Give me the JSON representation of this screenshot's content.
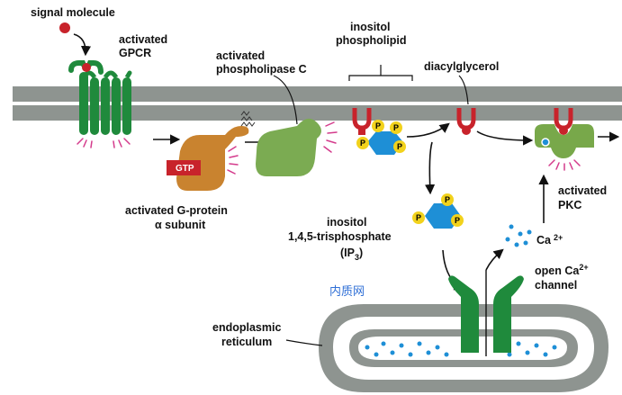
{
  "labels": {
    "signal_molecule": "signal molecule",
    "gpcr_line1": "activated",
    "gpcr_line2": "GPCR",
    "plc_line1": "activated",
    "plc_line2": "phospholipase C",
    "inositol_pl_line1": "inositol",
    "inositol_pl_line2": "phospholipid",
    "dag": "diacylglycerol",
    "gtp": "GTP",
    "gprotein_line1": "activated G-protein",
    "gprotein_line2": "α subunit",
    "ip3_line1": "inositol",
    "ip3_line2": "1,4,5-trisphosphate",
    "ip3_line3_pre": "(IP",
    "ip3_line3_sub": "3",
    "ip3_line3_post": ")",
    "pkc_line1": "activated",
    "pkc_line2": "PKC",
    "ca_text": "Ca",
    "ca_sup": "2+",
    "channel_line1_pre": "open Ca",
    "channel_line1_sup": "2+",
    "channel_line2": "channel",
    "er_line1": "endoplasmic",
    "er_line2": "reticulum",
    "watermark": "内质网",
    "phosphate": "P"
  },
  "colors": {
    "membrane": "#8e9490",
    "receptor_green": "#1f8a3c",
    "plc_green": "#7bab52",
    "gprotein_orange": "#c9832f",
    "gtp_red": "#c8232b",
    "lipid_red": "#c8232b",
    "inositol_blue": "#1e8fd6",
    "phosphate_yellow": "#f2d21c",
    "calcium_blue": "#1e8fd6",
    "pkc_green": "#78a84a",
    "activation_pink": "#d43b8c"
  }
}
